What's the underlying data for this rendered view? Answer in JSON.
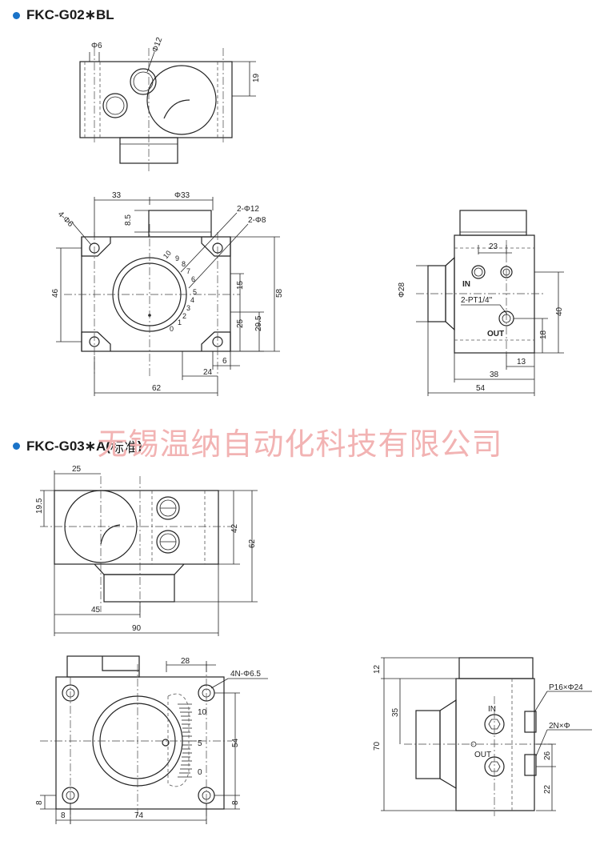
{
  "title1": "FKC-G02∗BL",
  "title2_bold": "FKC-G03∗A(",
  "title2_cn": "标准",
  "title2_close": ")",
  "watermark": "无锡温纳自动化科技有限公司",
  "dims1": {
    "phi6": "Φ6",
    "phi12": "Φ12",
    "d19": "19",
    "d33": "33",
    "phi33": "Φ33",
    "d85": "8.5",
    "n4phi6": "4-Φ6",
    "n2phi12": "2-Φ12",
    "n2phi8": "2-Φ8",
    "d46": "46",
    "d58": "58",
    "d15": "15",
    "d25": "25",
    "d295": "29.5",
    "d6": "6",
    "d24": "24",
    "d62": "62",
    "scale": [
      "10",
      "9",
      "8",
      "7",
      "6",
      "5",
      "4",
      "3",
      "2",
      "1",
      "0"
    ]
  },
  "dims1side": {
    "d23": "23",
    "phi28": "Φ28",
    "in": "IN",
    "pt": "2-PT1/4\"",
    "out": "OUT",
    "d40": "40",
    "d18": "18",
    "d13": "13",
    "d38": "38",
    "d54": "54"
  },
  "dims2": {
    "d25": "25",
    "d195": "19.5",
    "d42": "42",
    "d62": "62",
    "d45": "45",
    "d90": "90"
  },
  "dims2front": {
    "d28": "28",
    "n4phi65": "4N-Φ6.5",
    "s10": "10",
    "s5": "5",
    "s0": "0",
    "d54": "54",
    "d8a": "8",
    "d8b": "8",
    "d74": "74",
    "d8c": "8"
  },
  "dims2side": {
    "d12": "12",
    "d35": "35",
    "d70": "70",
    "p16": "P16×Φ24",
    "in": "IN",
    "n2phi": "2N×Φ",
    "out": "OUT",
    "d26": "26",
    "d22": "22"
  }
}
